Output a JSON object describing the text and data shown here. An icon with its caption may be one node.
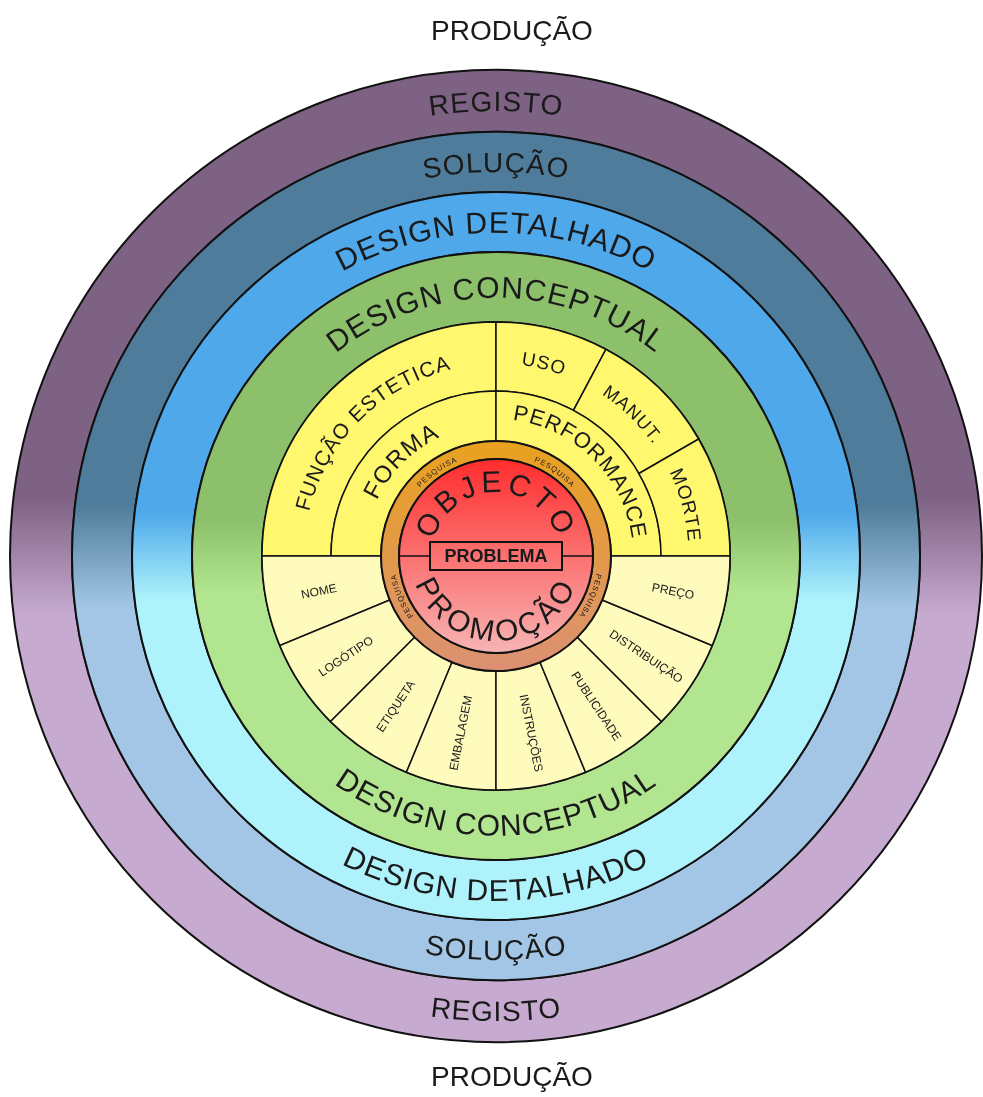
{
  "diagram": {
    "nodes": [
      {
        "text": [
          "REGISTO",
          "REGISTO"
        ]
      },
      {
        "text": [
          "SOLUÇÃO",
          "SOLUÇÃO"
        ],
        "in": 0
      },
      {
        "text": [
          "DESIGN DETALHADO",
          "DESIGN DETALHADO"
        ],
        "in": 1
      },
      {
        "text": [
          "DESIGN CONCEPTUAL",
          "DESIGN CONCEPTUAL"
        ],
        "in": 2
      },
      {
        "text": [
          "FUNÇÃO ESTETICA"
        ],
        "in": 3
      },
      {
        "text": [
          "FORMA"
        ],
        "in": 3
      },
      {
        "text": [
          "USO"
        ],
        "in": 3
      },
      {
        "text": [
          "MANUT."
        ],
        "in": 3
      },
      {
        "text": [
          "PERFORMANCE"
        ],
        "in": 3
      },
      {
        "text": [
          "MORTE"
        ],
        "in": 3
      },
      {
        "text": [
          "NOME"
        ],
        "in": 3
      },
      {
        "text": [
          "LOGÓTIPO"
        ],
        "in": 3
      },
      {
        "text": [
          "ETIQUETA"
        ],
        "in": 3
      },
      {
        "text": [
          "EMBALAGEM"
        ],
        "in": 3
      },
      {
        "text": [
          "INSTRUÇÕES"
        ],
        "in": 3
      },
      {
        "text": [
          "PUBLICIDADE"
        ],
        "in": 3
      },
      {
        "text": [
          "DISTRIBUIÇÃO"
        ],
        "in": 3
      },
      {
        "text": [
          "PREÇO"
        ],
        "in": 3
      },
      {
        "text": [
          "PESQUISA",
          "PESQUISA",
          "PESQUISA",
          "PESQUISA"
        ],
        "in": 3
      },
      {
        "text": [
          "OBJECTO",
          "PROMOÇÃO"
        ],
        "in": 18
      },
      {
        "text": [
          "PROBLEMA"
        ],
        "in": 19
      }
    ],
    "labels": [
      "PRODUÇÃO",
      "PRODUÇÃO"
    ]
  }
}
